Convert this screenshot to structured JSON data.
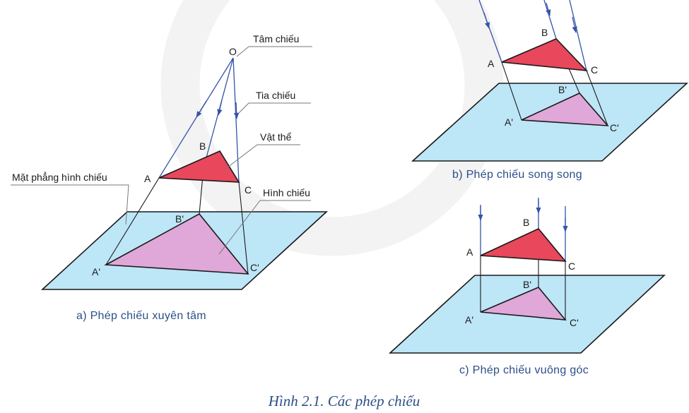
{
  "diagram_a": {
    "label_center": "Tâm chiếu",
    "label_ray": "Tia chiếu",
    "label_object": "Vật thể",
    "label_plane": "Mặt phẳng hình chiếu",
    "label_image": "Hình chiếu",
    "pt_O": "O",
    "pt_A": "A",
    "pt_B": "B",
    "pt_C": "C",
    "pt_A1": "A'",
    "pt_B1": "B'",
    "pt_C1": "C'",
    "caption": "a) Phép chiếu xuyên tâm"
  },
  "diagram_b": {
    "pt_A": "A",
    "pt_B": "B",
    "pt_C": "C",
    "pt_A1": "A'",
    "pt_B1": "B'",
    "pt_C1": "C'",
    "caption": "b) Phép chiếu song song"
  },
  "diagram_c": {
    "pt_A": "A",
    "pt_B": "B",
    "pt_C": "C",
    "pt_A1": "A'",
    "pt_B1": "B'",
    "pt_C1": "C'",
    "caption": "c) Phép chiếu vuông góc"
  },
  "figure_title": "Hình 2.1. Các phép chiếu",
  "colors": {
    "plane": "#bde6f7",
    "object": "#e8475c",
    "image": "#dfa8d8",
    "ray": "#3553a8",
    "caption": "#2c4f86"
  }
}
